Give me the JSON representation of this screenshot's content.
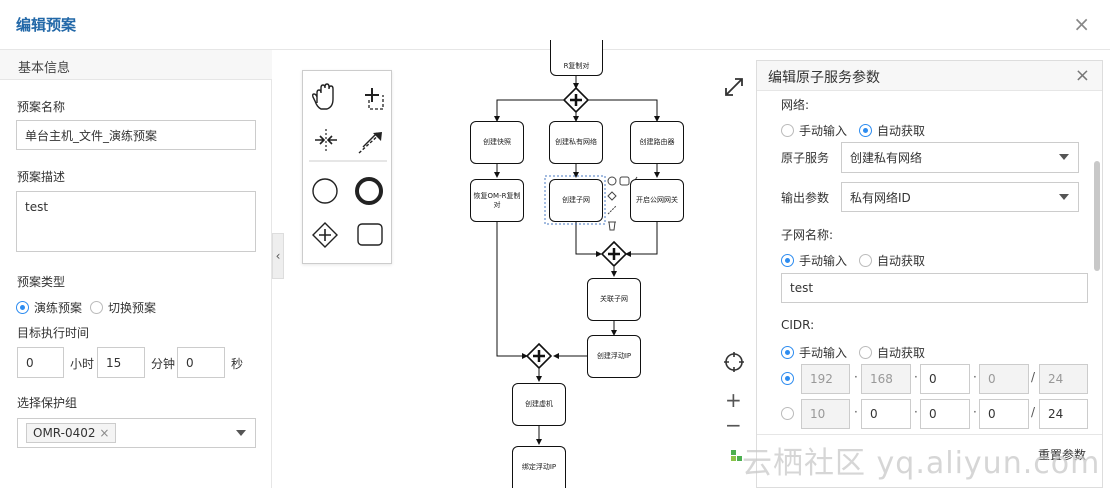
{
  "header": {
    "title": "编辑预案",
    "close": "×"
  },
  "left": {
    "section_title": "基本信息",
    "name_label": "预案名称",
    "name_value": "单台主机_文件_演练预案",
    "desc_label": "预案描述",
    "desc_value": "test",
    "type_label": "预案类型",
    "type_options": [
      "演练预案",
      "切换预案"
    ],
    "time_label": "目标执行时间",
    "time_values": {
      "day": "0",
      "hour": "15",
      "minute": "0"
    },
    "time_units": {
      "hour": "小时",
      "minute": "分钟",
      "second": "秒"
    },
    "group_label": "选择保护组",
    "group_tag": "OMR-0402",
    "group_tag_close": "×",
    "collapse_icon": "‹"
  },
  "flow": {
    "top_node": "R复制对",
    "n_snapshot": "创建快照",
    "n_private_net": "创建私有网络",
    "n_router": "创建路由器",
    "n_restore": "恢复OM-R复制对",
    "n_subnet": "创建子网",
    "n_gateway": "开启公网网关",
    "n_assoc_subnet": "关联子网",
    "n_float_ip": "创建浮动IP",
    "n_vm": "创建虚机",
    "n_bind_ip": "绑定浮动IP"
  },
  "panel": {
    "title": "编辑原子服务参数",
    "close": "×",
    "network_label": "网络:",
    "net_opts": [
      "手动输入",
      "自动获取"
    ],
    "atom_label": "原子服务",
    "atom_value": "创建私有网络",
    "output_label": "输出参数",
    "output_value": "私有网络ID",
    "subnet_label": "子网名称:",
    "subnet_opts": [
      "手动输入",
      "自动获取"
    ],
    "subnet_value": "test",
    "cidr_label": "CIDR:",
    "cidr_opts": [
      "手动输入",
      "自动获取"
    ],
    "cidr_row1": [
      "192",
      "168",
      "0",
      "0",
      "24"
    ],
    "cidr_row2": [
      "10",
      "0",
      "0",
      "0",
      "24"
    ],
    "slash": "/",
    "dot": "·",
    "reset": "重置参数"
  },
  "canvas_controls": {
    "zoom_in": "+",
    "zoom_out": "−"
  },
  "watermark": "云栖社区 yq.aliyun.com",
  "colors": {
    "accent": "#2d8cf0",
    "title": "#2268a8"
  }
}
